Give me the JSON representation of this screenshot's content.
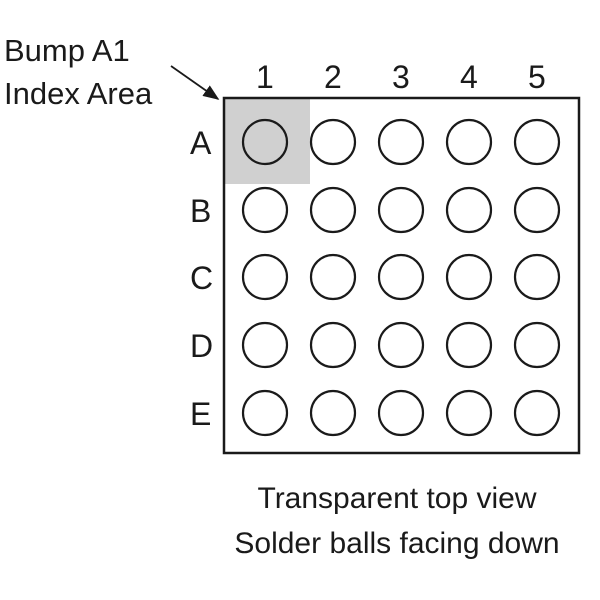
{
  "callout": {
    "line1": "Bump A1",
    "line2": "Index Area"
  },
  "columns": [
    "1",
    "2",
    "3",
    "4",
    "5"
  ],
  "rows": [
    "A",
    "B",
    "C",
    "D",
    "E"
  ],
  "index_bump": "A1",
  "caption": {
    "line1": "Transparent top view",
    "line2": "Solder balls facing down"
  },
  "colors": {
    "line": "#1a1a1a",
    "index_fill": "#d0d0d0",
    "background": "#ffffff"
  }
}
